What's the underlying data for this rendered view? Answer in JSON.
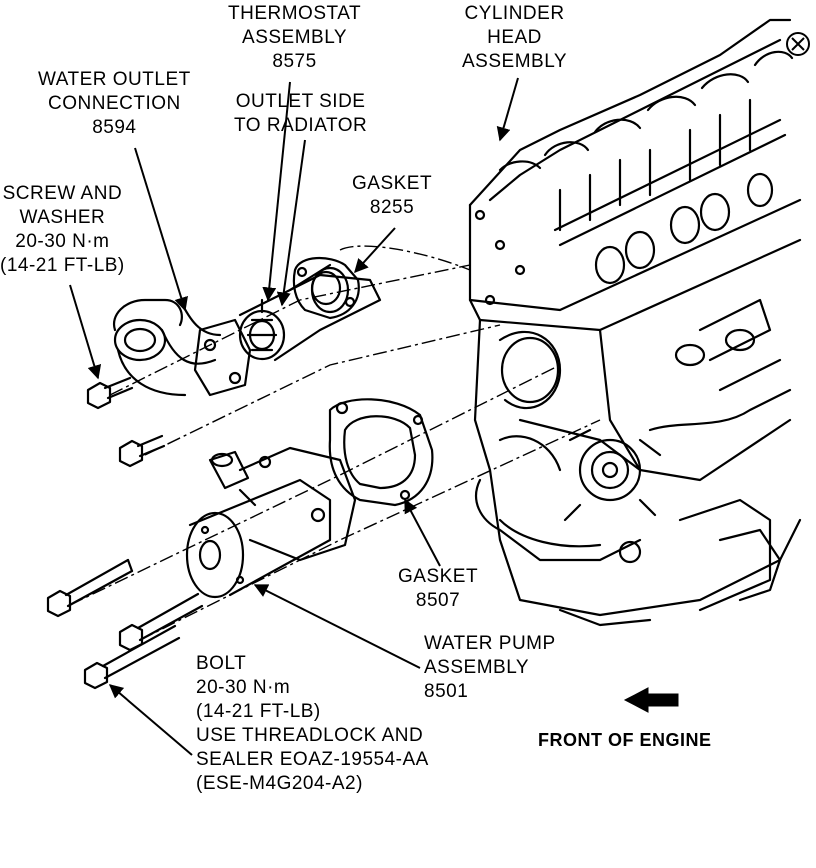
{
  "labels": {
    "thermostat": [
      "THERMOSTAT",
      "ASSEMBLY",
      "8575"
    ],
    "cylinder_head": [
      "CYLINDER",
      "HEAD",
      "ASSEMBLY"
    ],
    "water_outlet": [
      "WATER OUTLET",
      "CONNECTION",
      "8594"
    ],
    "outlet_side": [
      "OUTLET SIDE",
      "TO RADIATOR"
    ],
    "screw_washer": [
      "SCREW AND",
      "WASHER",
      "20-30 N·m",
      "(14-21 FT-LB)"
    ],
    "gasket_top": [
      "GASKET",
      "8255"
    ],
    "gasket_bottom": [
      "GASKET",
      "8507"
    ],
    "water_pump": [
      "WATER PUMP",
      "ASSEMBLY",
      "8501"
    ],
    "bolt": [
      "BOLT",
      "20-30 N·m",
      "(14-21 FT-LB)",
      "USE THREADLOCK AND",
      "SEALER EOAZ-19554-AA",
      "(ESE-M4G204-A2)"
    ],
    "front_of_engine": "FRONT OF ENGINE",
    "corner_symbol": "⊗"
  },
  "colors": {
    "ink": "#000000",
    "paper": "#ffffff"
  }
}
